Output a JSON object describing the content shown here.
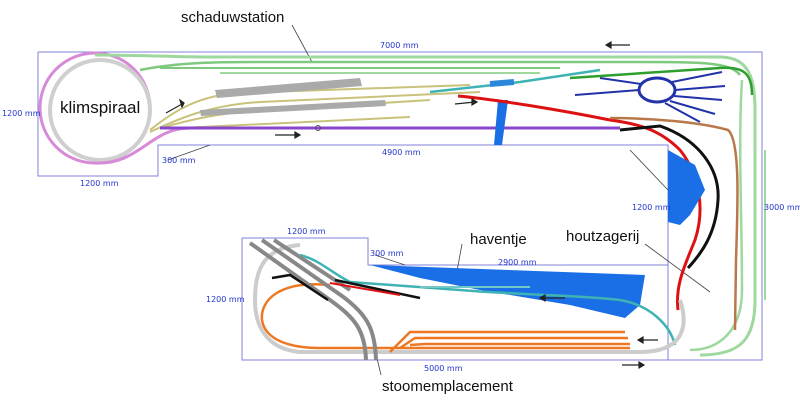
{
  "labels": {
    "schaduwstation": "schaduwstation",
    "klimspiraal": "klimspiraal",
    "haventje": "haventje",
    "houtzagerij": "houtzagerij",
    "stoomemplacement": "stoomemplacement"
  },
  "dimensions": {
    "top_length": "7000 mm",
    "left_height": "1200 mm",
    "left_bottom": "1200 mm",
    "inner_notch": "300 mm",
    "inner_length": "4900 mm",
    "right_height": "3000 mm",
    "right_inner_height": "1200 mm",
    "lower_top_width": "1200 mm",
    "lower_notch": "300 mm",
    "lower_inner_length": "2900 mm",
    "lower_left_height": "1200 mm",
    "lower_bottom_length": "5000 mm"
  },
  "colors": {
    "outline": "#8080d8",
    "dimension_text": "#2233cc",
    "green_track": "#7ec97e",
    "dark_green_track": "#2e9e2e",
    "teal_track": "#3fb3b3",
    "purple_track": "#8844cc",
    "pink_track": "#d78ad7",
    "yellow_track": "#c8c27a",
    "gray_track": "#a8a8a8",
    "dark_gray_track": "#7a7a7a",
    "red_track": "#dd1111",
    "black_track": "#111111",
    "brown_track": "#b8784a",
    "blue_water": "#1a6fe6",
    "navy_turntable": "#2233aa",
    "orange_track": "#ee7722",
    "arrow": "#222222"
  }
}
